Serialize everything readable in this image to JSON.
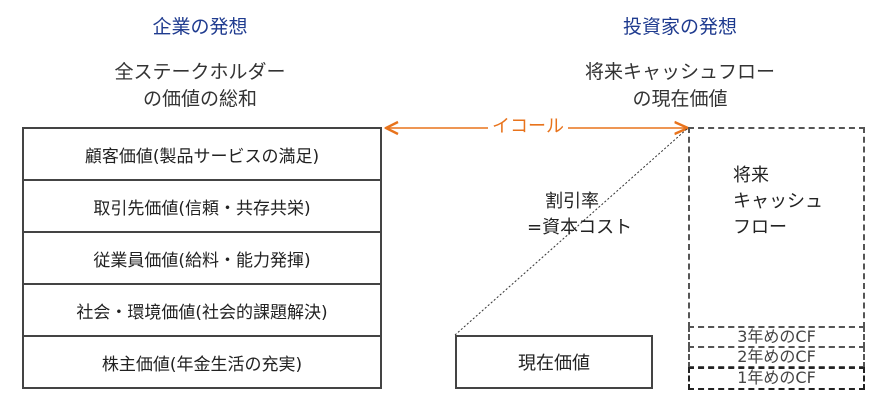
{
  "left": {
    "heading": "企業の発想",
    "subtitle_line1": "全ステークホルダー",
    "subtitle_line2": "の価値の総和",
    "rows": [
      "顧客価値(製品サービスの満足)",
      "取引先価値(信頼・共存共栄)",
      "従業員価値(給料・能力発揮)",
      "社会・環境価値(社会的課題解決)",
      "株主価値(年金生活の充実)"
    ]
  },
  "right": {
    "heading": "投資家の発想",
    "subtitle_line1": "将来キャッシュフロー",
    "subtitle_line2": "の現在価値",
    "future_cf_line1": "将来",
    "future_cf_line2": "キャッシュ",
    "future_cf_line3": "フロー",
    "cf_rows": [
      "3年めのCF",
      "2年めのCF",
      "1年めのCF"
    ],
    "discount_line1": "割引率",
    "discount_line2": "=資本コスト",
    "present_value": "現在価値"
  },
  "connector": {
    "label": "イコール",
    "color": "#e8731c"
  },
  "colors": {
    "heading": "#1f3b8f",
    "border": "#444444"
  }
}
